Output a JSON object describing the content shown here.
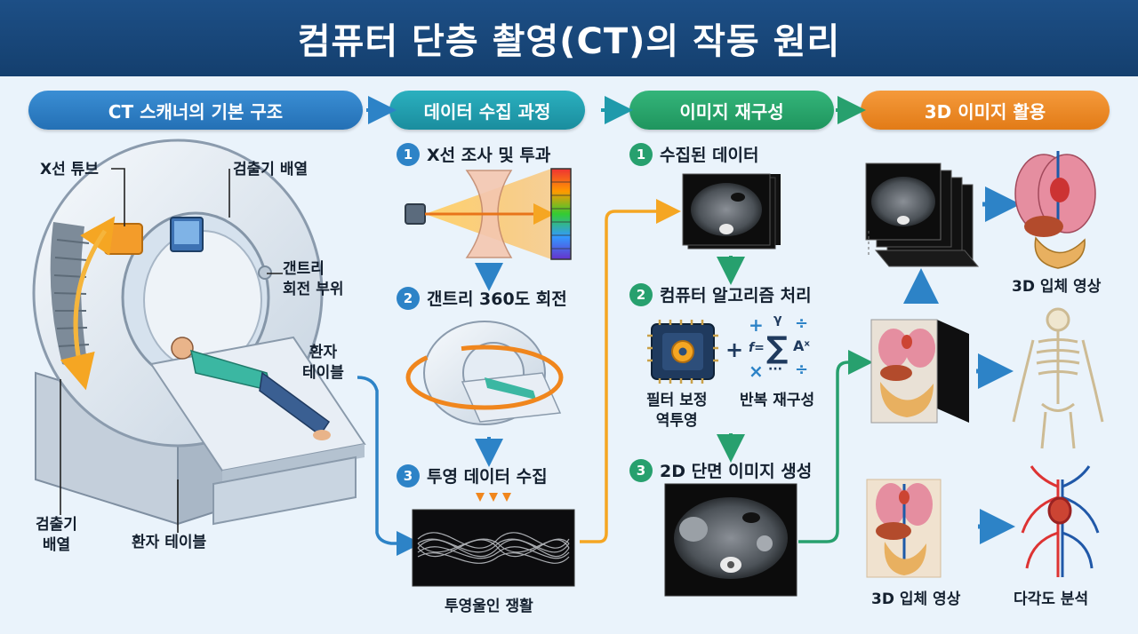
{
  "title": "컴퓨터 단층 촬영(CT)의 작동 원리",
  "sections": [
    {
      "label": "CT 스캐너의 기본 구조",
      "color": "#2d7fc7"
    },
    {
      "label": "데이터 수집 과정",
      "color": "#1f9aab"
    },
    {
      "label": "이미지 재구성",
      "color": "#27a36a"
    },
    {
      "label": "3D 이미지 활용",
      "color": "#ee8a26"
    }
  ],
  "scanner": {
    "xray_tube": "X선 튜브",
    "detector_top": "검출기 배열",
    "gantry": "갠트리\n회전 부위",
    "table_right": "환자\n테이블",
    "detector_bottom": "검출기\n배열",
    "table_bottom": "환자 테이블"
  },
  "acquisition": {
    "steps": [
      {
        "num": "1",
        "label": "X선 조사 및 투과"
      },
      {
        "num": "2",
        "label": "갠트리 360도 회전"
      },
      {
        "num": "3",
        "label": "투영 데이터 수집"
      }
    ],
    "sinogram_caption": "투영울인 쟁활"
  },
  "reconstruction": {
    "steps": [
      {
        "num": "1",
        "label": "수집된 데이터"
      },
      {
        "num": "2",
        "label": "컴퓨터 알고리즘 처리"
      },
      {
        "num": "3",
        "label": "2D 단면 이미지 생성"
      }
    ],
    "filter_label": "필터 보정\n역투영",
    "iterative_label": "반복 재구성",
    "formula_symbols": [
      "+",
      "γ",
      "÷",
      "f=",
      "∑",
      "Aˣ",
      "×",
      "···",
      "÷"
    ]
  },
  "applications": {
    "top_caption": "3D 입체 영상",
    "bottom_left_caption": "3D 입체 영상",
    "bottom_right_caption": "다각도 분석"
  }
}
